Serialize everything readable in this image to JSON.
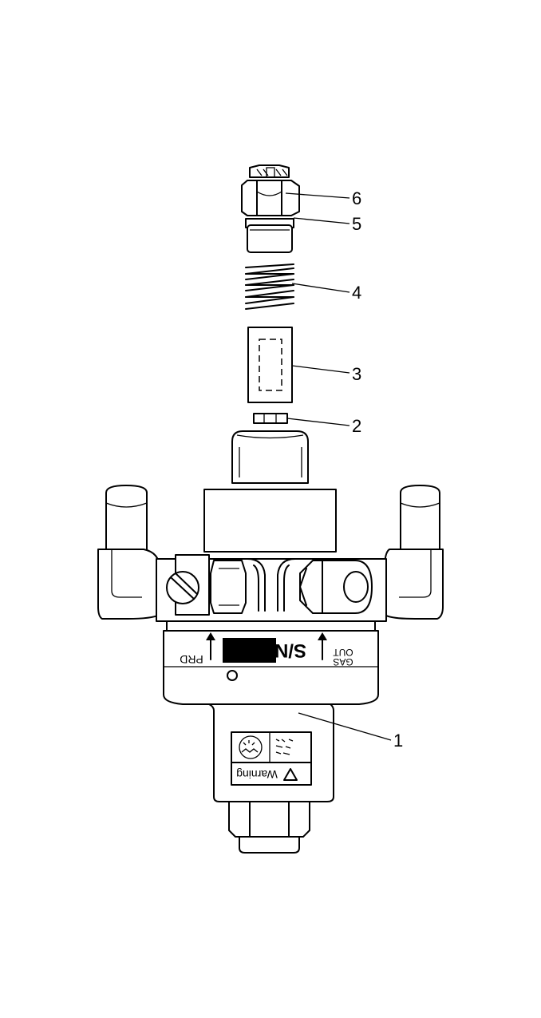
{
  "callouts": [
    {
      "id": "6",
      "text": "6"
    },
    {
      "id": "5",
      "text": "5"
    },
    {
      "id": "4",
      "text": "4"
    },
    {
      "id": "3",
      "text": "3"
    },
    {
      "id": "2",
      "text": "2"
    },
    {
      "id": "1",
      "text": "1"
    }
  ],
  "body_labels": {
    "prd": "PRD",
    "gas": "GAS",
    "out": "OUT",
    "serial": "S/N",
    "warning": "Warning"
  }
}
